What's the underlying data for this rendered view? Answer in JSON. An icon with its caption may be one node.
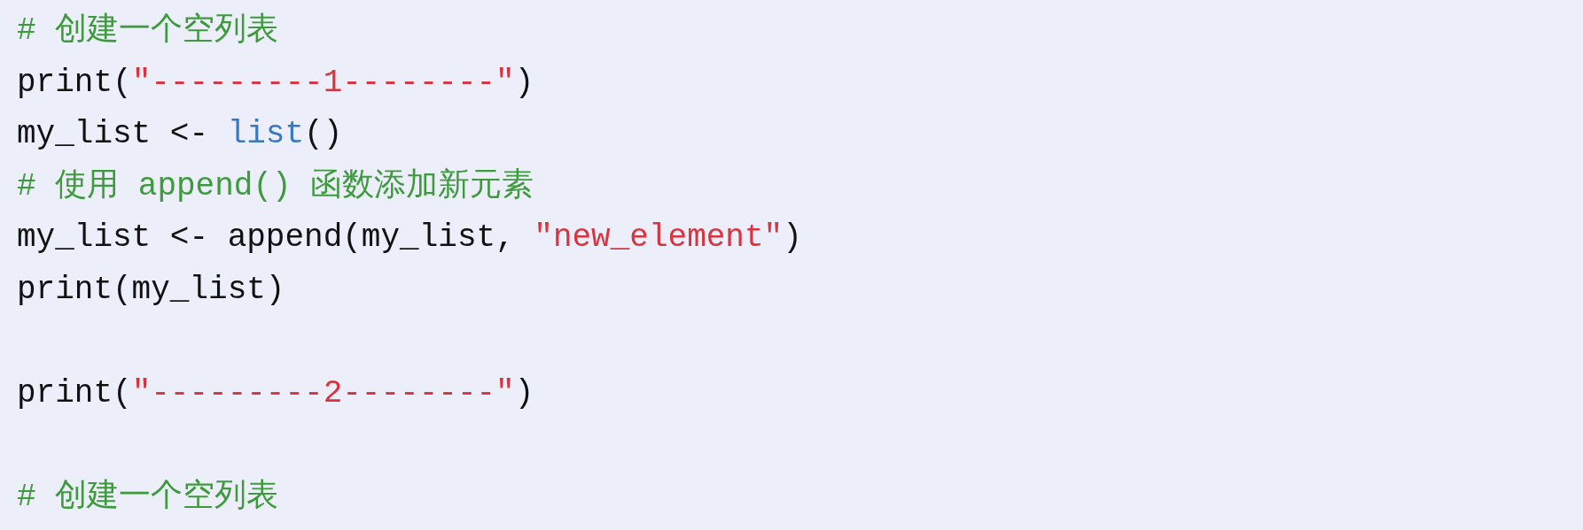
{
  "diagram": {
    "labels": [
      "# 创建一个空列表",
      "print(\"---------1--------\")",
      "my_list <- list()",
      "# 使用 append() 函数添加新元素",
      "my_list <- append(my_list, \"new_element\")",
      "print(my_list)",
      "print(\"---------2--------\")",
      "# 创建一个空列表"
    ]
  }
}
